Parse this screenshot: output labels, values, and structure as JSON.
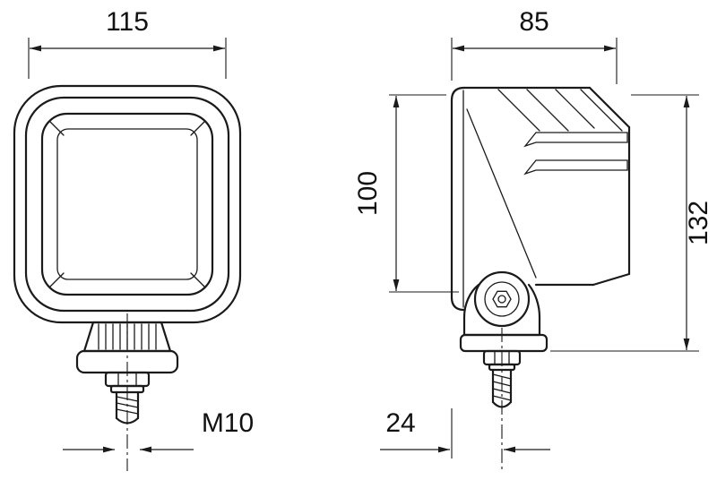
{
  "colors": {
    "line": "#1a1a1a",
    "background": "#ffffff"
  },
  "dimensions": {
    "front_width": "115",
    "side_depth": "85",
    "upper_height": "100",
    "total_height": "132",
    "thread": "M10",
    "stud_offset": "24"
  }
}
